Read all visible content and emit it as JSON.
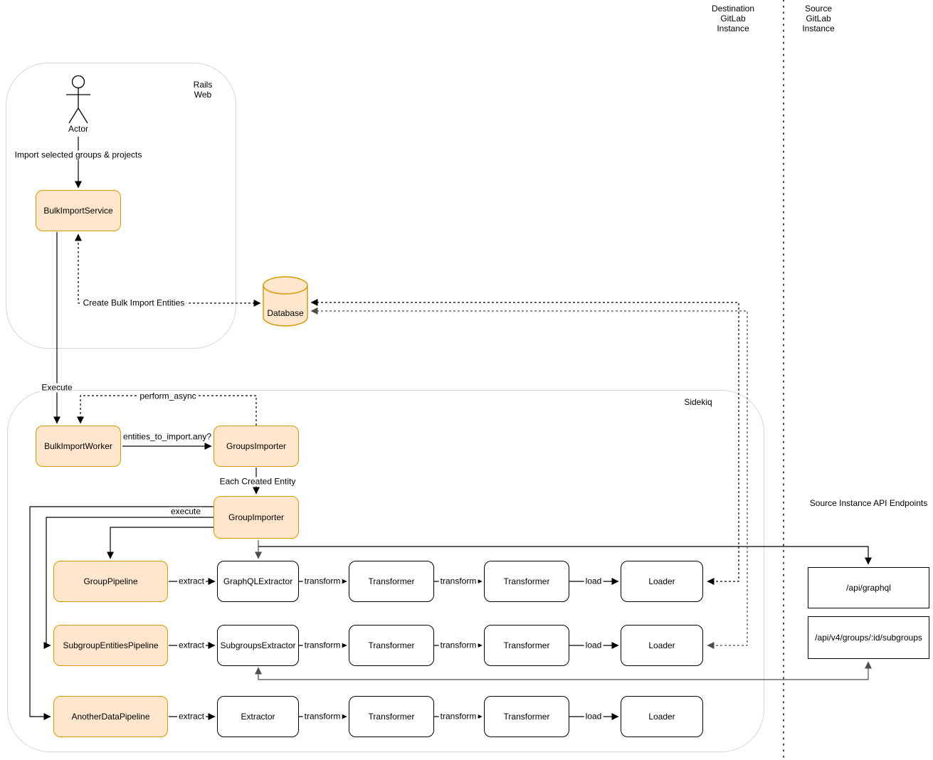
{
  "diagram": {
    "region_labels": {
      "destination_instance": "Destination\nGitLab\nInstance",
      "source_instance": "Source\nGitLab\nInstance",
      "rails_web": "Rails\nWeb",
      "sidekiq": "Sidekiq",
      "api_endpoints_title": "Source Instance API Endpoints"
    },
    "actor": {
      "label": "Actor"
    },
    "nodes": {
      "bulk_import_service": {
        "label": "BulkImportService"
      },
      "database": {
        "label": "Database"
      },
      "bulk_import_worker": {
        "label": "BulkImportWorker"
      },
      "groups_importer": {
        "label": "GroupsImporter"
      },
      "group_importer": {
        "label": "GroupImporter"
      }
    },
    "edge_labels": {
      "import_selected": "Import selected groups & projects",
      "create_bulk_import_entities": "Create Bulk Import Entities",
      "execute": "Execute",
      "perform_async": "perform_async",
      "entities_to_import": "entities_to_import.any?",
      "each_created_entity": "Each Created Entity",
      "execute_pipelines": "execute",
      "extract": "extract",
      "transform": "transform",
      "load": "load"
    },
    "pipeline_rows": [
      {
        "pipeline": "GroupPipeline",
        "extractor": "GraphQLExtractor",
        "transformer1": "Transformer",
        "transformer2": "Transformer",
        "loader": "Loader"
      },
      {
        "pipeline": "SubgroupEntitiesPipeline",
        "extractor": "SubgroupsExtractor",
        "transformer1": "Transformer",
        "transformer2": "Transformer",
        "loader": "Loader"
      },
      {
        "pipeline": "AnotherDataPipeline",
        "extractor": "Extractor",
        "transformer1": "Transformer",
        "transformer2": "Transformer",
        "loader": "Loader"
      }
    ],
    "endpoints": {
      "graphql": "/api/graphql",
      "subgroups": "/api/v4/groups/:id/subgroups"
    },
    "colors": {
      "node_fill": "#FFE6CC",
      "node_stroke": "#D79B00",
      "line_black": "#000000",
      "line_gray": "#4d4d4d",
      "container_stroke": "#d6d6d6"
    }
  }
}
